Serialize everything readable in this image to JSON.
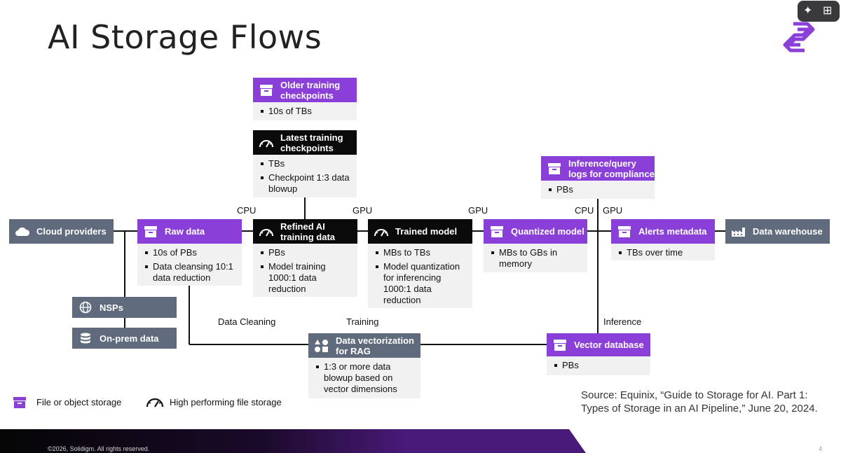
{
  "slide": {
    "title": "AI Storage Flows",
    "source_line1": "Source: Equinix, “Guide to Storage for AI. Part 1:",
    "source_line2": "Types of Storage in an AI Pipeline,” June 20, 2024.",
    "copyright": "©2026, Solidigm. All rights reserved.",
    "page_number": "4"
  },
  "colors": {
    "purple": "#8b3fd9",
    "black": "#0a0a0a",
    "slate": "#5f6b7c",
    "body_bg": "#f1f1f1"
  },
  "nodes": {
    "older_checkpoints": {
      "title": "Older training checkpoints",
      "icon": "archive-box-icon",
      "bullets": [
        "10s of TBs"
      ]
    },
    "latest_checkpoints": {
      "title": "Latest training checkpoints",
      "icon": "speedometer-icon",
      "bullets": [
        "TBs",
        "Checkpoint 1:3 data blowup"
      ]
    },
    "cloud_providers": {
      "title": "Cloud providers",
      "icon": "cloud-icon"
    },
    "raw_data": {
      "title": "Raw data",
      "icon": "archive-box-icon",
      "bullets": [
        "10s of PBs",
        "Data cleansing 10:1 data reduction"
      ]
    },
    "refined_data": {
      "title": "Refined AI training data",
      "icon": "speedometer-icon",
      "bullets": [
        "PBs",
        "Model training 1000:1 data reduction"
      ]
    },
    "trained_model": {
      "title": "Trained model",
      "icon": "speedometer-icon",
      "bullets": [
        "MBs to TBs",
        "Model quantization for inferencing 1000:1 data reduction"
      ]
    },
    "quantized_model": {
      "title": "Quantized model",
      "icon": "archive-box-icon",
      "bullets": [
        "MBs to GBs in memory"
      ]
    },
    "inference_logs": {
      "title": "Inference/query logs for compliance",
      "icon": "archive-box-icon",
      "bullets": [
        "PBs"
      ]
    },
    "alerts_metadata": {
      "title": "Alerts metadata",
      "icon": "archive-box-icon",
      "bullets": [
        "TBs over time"
      ]
    },
    "data_warehouse": {
      "title": "Data warehouse",
      "icon": "factory-icon"
    },
    "nsps": {
      "title": "NSPs",
      "icon": "globe-icon"
    },
    "onprem": {
      "title": "On-prem data",
      "icon": "database-icon"
    },
    "vectorization": {
      "title": "Data vectorization for RAG",
      "icon": "shapes-icon",
      "bullets": [
        "1:3 or more data blowup based on vector dimensions"
      ]
    },
    "vector_db": {
      "title": "Vector database",
      "icon": "archive-box-icon",
      "bullets": [
        "PBs"
      ]
    }
  },
  "flow_labels": {
    "cpu_1": "CPU",
    "gpu_1": "GPU",
    "gpu_2": "GPU",
    "cpu_2": "CPU",
    "gpu_3": "GPU",
    "data_cleaning": "Data Cleaning",
    "training": "Training",
    "inference": "Inference"
  },
  "legend": {
    "file_object": "File or object storage",
    "high_perf": "High performing file storage"
  }
}
